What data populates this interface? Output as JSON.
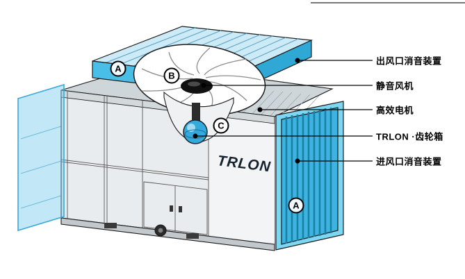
{
  "figure": {
    "brand_logo": "TRLON",
    "markers": {
      "outlet": "A",
      "fan": "B",
      "gearbox": "C",
      "inlet": "A"
    }
  },
  "labels": [
    {
      "id": "outlet-silencer",
      "text": "出风口消音装置"
    },
    {
      "id": "silent-fan",
      "text": "静音风机"
    },
    {
      "id": "motor",
      "text": "高效电机"
    },
    {
      "id": "gearbox",
      "text": "TRLON ·齿轮箱"
    },
    {
      "id": "inlet-silencer",
      "text": "进风口消音装置"
    }
  ],
  "colors": {
    "accent_cyan": "#3db4e0",
    "light_cyan": "#cdeaf7",
    "deep_cyan": "#1b7fa6",
    "cabinet_gray": "#e9ecee",
    "line_black": "#1a1a1a"
  }
}
